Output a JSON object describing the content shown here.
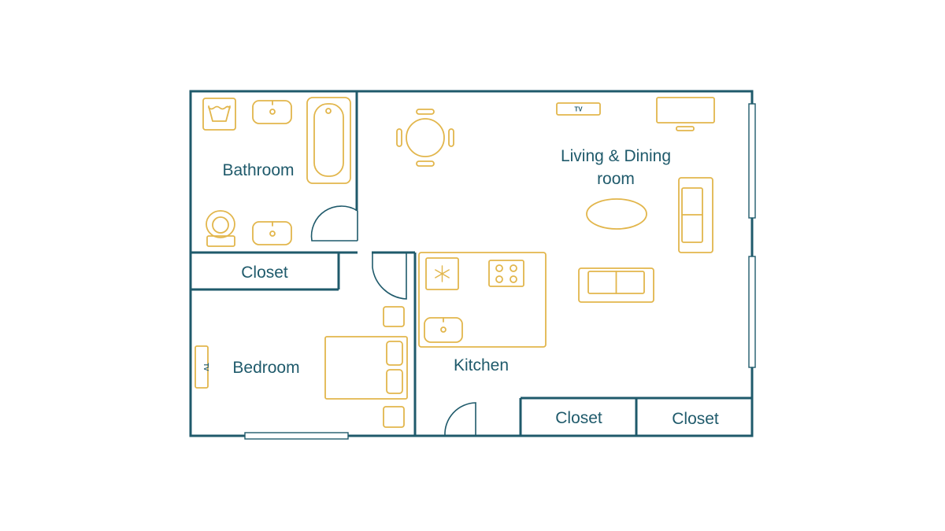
{
  "colors": {
    "walls": "#1f5a6b",
    "furniture": "#e2b64c",
    "text": "#1f5a6b",
    "background": "#ffffff"
  },
  "rooms": {
    "bathroom": "Bathroom",
    "living_line1": "Living & Dining",
    "living_line2": "room",
    "closet_top": "Closet",
    "bedroom": "Bedroom",
    "kitchen": "Kitchen",
    "closet_bottom_left": "Closet",
    "closet_bottom_right": "Closet"
  },
  "tv_labels": {
    "living_tv": "TV",
    "bedroom_tv": "TV"
  },
  "icons": {
    "fridge": "snowflake-icon",
    "stove": "cooktop-icon",
    "sink": "sink-icon",
    "bathtub": "bathtub-icon",
    "toilet": "toilet-icon"
  }
}
